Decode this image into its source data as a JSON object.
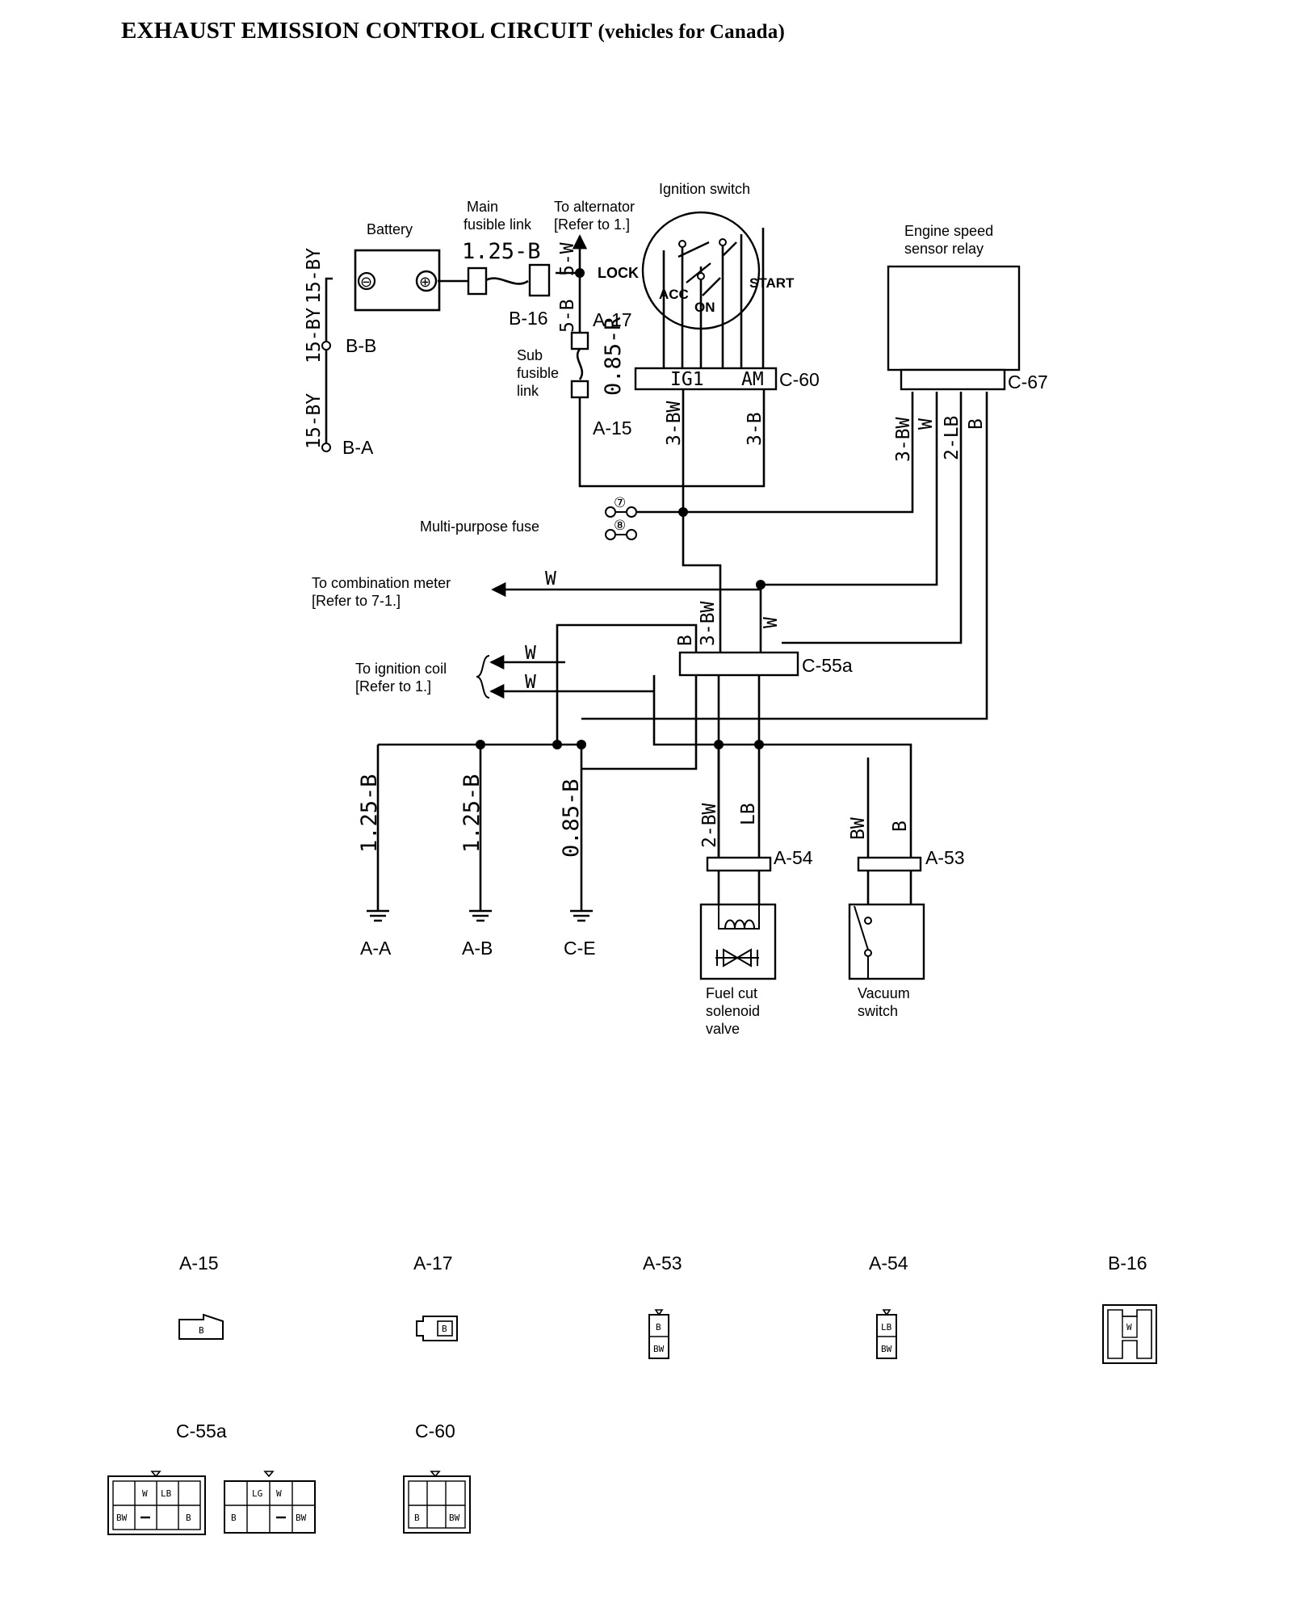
{
  "title": "EXHAUST EMISSION CONTROL CIRCUIT",
  "subtitle": "(vehicles for Canada)",
  "components": {
    "battery": "Battery",
    "main_fusible_link_1": "Main",
    "main_fusible_link_2": "fusible link",
    "to_alternator_1": "To alternator",
    "to_alternator_2": "[Refer to 1.]",
    "ignition_switch": "Ignition switch",
    "engine_speed_relay_1": "Engine speed",
    "engine_speed_relay_2": "sensor relay",
    "sub_fusible_1": "Sub",
    "sub_fusible_2": "fusible",
    "sub_fusible_3": "link",
    "multi_fuse": "Multi-purpose fuse",
    "to_meter_1": "To combination meter",
    "to_meter_2": "[Refer to 7-1.]",
    "to_coil_1": "To ignition coil",
    "to_coil_2": "[Refer to 1.]",
    "fuel_cut_1": "Fuel cut",
    "fuel_cut_2": "solenoid",
    "fuel_cut_3": "valve",
    "vacuum_1": "Vacuum",
    "vacuum_2": "switch"
  },
  "switch_positions": {
    "lock": "LOCK",
    "acc": "ACC",
    "on": "ON",
    "start": "START",
    "ig1": "IG1",
    "am": "AM"
  },
  "terminals": {
    "neg": "⊖",
    "pos": "⊕",
    "fuse7": "⑦",
    "fuse8": "⑧"
  },
  "connectors": {
    "a17": "A-17",
    "a15": "A-15",
    "b16": "B-16",
    "c60": "C-60",
    "c67": "C-67",
    "c55a": "C-55a",
    "a54": "A-54",
    "a53": "A-53",
    "bb": "B-B",
    "ba": "B-A",
    "aa": "A-A",
    "ab": "A-B",
    "ce": "C-E"
  },
  "wires": {
    "w_125b": "1.25-B",
    "w_5w": "5-W",
    "w_5b": "5-B",
    "w_085r": "0.85-R",
    "w_15by_a": "15-BY",
    "w_15by_b": "15-BY",
    "w_15by_c": "15-BY",
    "w_3bw_c60": "3-BW",
    "w_3b_c60": "3-B",
    "w_3bw_c67": "3-BW",
    "w_w_c67": "W",
    "w_2lb_c67": "2-LB",
    "w_b_c67": "B",
    "w_w_meter": "W",
    "w_b_c55": "B",
    "w_3bw_c55": "3-BW",
    "w_w_c55": "W",
    "w_w_coil1": "W",
    "w_w_coil2": "W",
    "w_125b_aa": "1.25-B",
    "w_125b_ab": "1.25-B",
    "w_085b_ce": "0.85-B",
    "w_2bw_a54": "2-BW",
    "w_lb_a54": "LB",
    "w_bw_a53": "BW",
    "w_b_a53": "B"
  },
  "connector_views": {
    "a15": "A-15",
    "a17": "A-17",
    "a53": "A-53",
    "a54": "A-54",
    "b16": "B-16",
    "c55a": "C-55a",
    "c60": "C-60"
  },
  "pin_labels": {
    "a15_b": "B",
    "a17_b": "B",
    "a53_b": "B",
    "a53_bw": "BW",
    "a54_lb": "LB",
    "a54_bw": "BW",
    "b16_w": "W",
    "c55a1_w": "W",
    "c55a1_lb": "LB",
    "c55a1_bw": "BW",
    "c55a1_b": "B",
    "c55a2_lg": "LG",
    "c55a2_w": "W",
    "c55a2_b": "B",
    "c55a2_bw": "BW",
    "c60_b": "B",
    "c60_bw": "BW"
  }
}
